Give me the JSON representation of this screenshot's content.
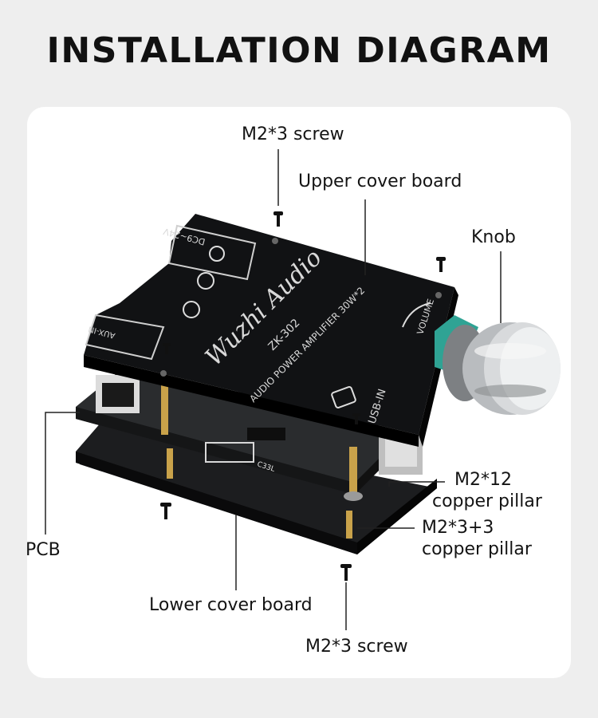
{
  "title": "INSTALLATION DIAGRAM",
  "labels": {
    "screw_top": "M2*3 screw",
    "upper_cover": "Upper cover board",
    "knob": "Knob",
    "pillar_12": "M2*12",
    "pillar_12_sub": "copper pillar",
    "pillar_33": "M2*3+3",
    "pillar_33_sub": "copper pillar",
    "pcb": "PCB",
    "lower_cover": "Lower cover board",
    "screw_bottom": "M2*3 screw"
  },
  "board_print": {
    "brand": "Wuzhi Audio",
    "model": "ZK-302",
    "spec": "AUDIO POWER AMPLIFIER 30W*2",
    "dc": "DC9~24V",
    "aux": "AUX-IN",
    "usb": "USB-IN",
    "volume": "VOLUME",
    "pcb_code": "C33L"
  },
  "colors": {
    "board": "#111214",
    "pcb": "#2a2c2e",
    "brass": "#c9a24a",
    "knob_base": "#2fa394",
    "panel": "#ffffff",
    "background": "#eeeeee"
  }
}
